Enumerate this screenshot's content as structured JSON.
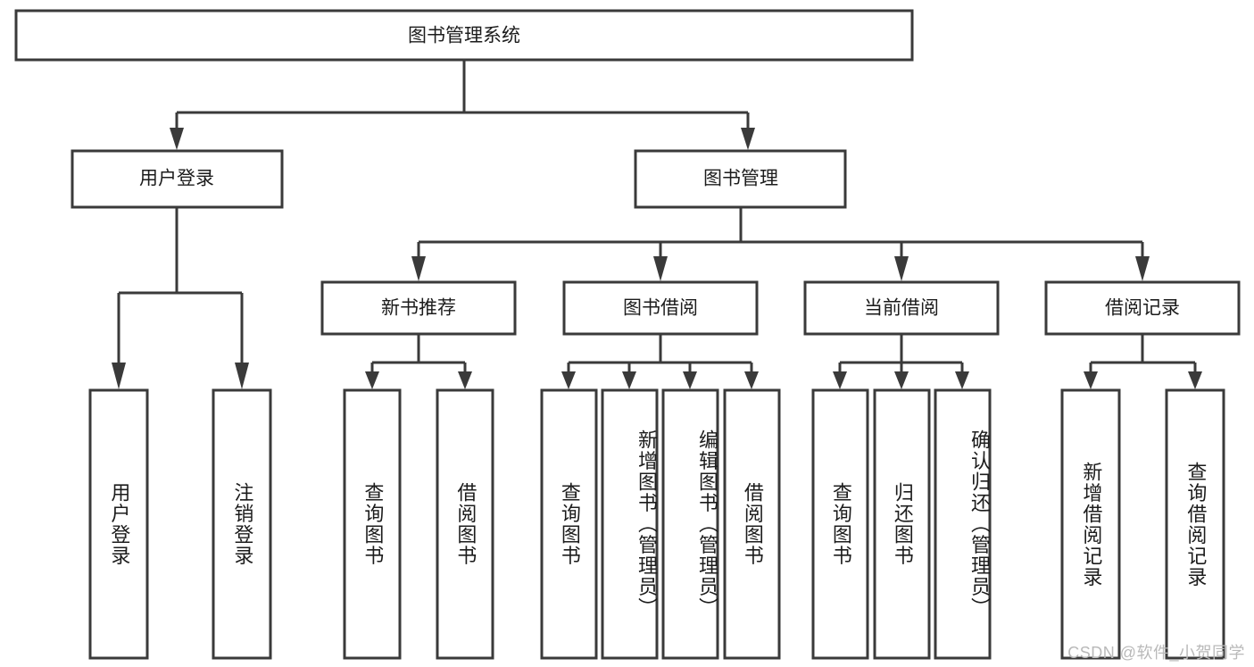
{
  "diagram": {
    "title": "图书管理系统",
    "type": "hierarchy-tree",
    "root": {
      "label": "图书管理系统",
      "id": "root-system"
    },
    "level2": [
      {
        "id": "user-login",
        "label": "用户登录"
      },
      {
        "id": "book-manage",
        "label": "图书管理"
      }
    ],
    "level3": [
      {
        "id": "new-book-recommend",
        "label": "新书推荐",
        "parent": "book-manage"
      },
      {
        "id": "book-borrow",
        "label": "图书借阅",
        "parent": "book-manage"
      },
      {
        "id": "current-borrow",
        "label": "当前借阅",
        "parent": "book-manage"
      },
      {
        "id": "borrow-record",
        "label": "借阅记录",
        "parent": "book-manage"
      }
    ],
    "leaves": {
      "user-login": [
        {
          "id": "leaf-user-login",
          "label": "用户登录"
        },
        {
          "id": "leaf-logout-login",
          "label": "注销登录"
        }
      ],
      "new-book-recommend": [
        {
          "id": "leaf-query-book-1",
          "label": "查询图书"
        },
        {
          "id": "leaf-borrow-book-1",
          "label": "借阅图书"
        }
      ],
      "book-borrow": [
        {
          "id": "leaf-query-book-2",
          "label": "查询图书"
        },
        {
          "id": "leaf-add-book",
          "label": "新增图书（管理员）"
        },
        {
          "id": "leaf-edit-book",
          "label": "编辑图书（管理员）"
        },
        {
          "id": "leaf-borrow-book-2",
          "label": "借阅图书"
        }
      ],
      "current-borrow": [
        {
          "id": "leaf-query-book-3",
          "label": "查询图书"
        },
        {
          "id": "leaf-return-book",
          "label": "归还图书"
        },
        {
          "id": "leaf-confirm-return",
          "label": "确认归还（管理员）"
        }
      ],
      "borrow-record": [
        {
          "id": "leaf-add-record",
          "label": "新增借阅记录"
        },
        {
          "id": "leaf-query-record",
          "label": "查询借阅记录"
        }
      ]
    }
  },
  "watermark": {
    "text": "CSDN @软件_小贺同学"
  },
  "colors": {
    "stroke": "#3a3a3a",
    "fill": "#ffffff",
    "text": "#1c1c1c",
    "watermark": "#b9b9b9"
  }
}
